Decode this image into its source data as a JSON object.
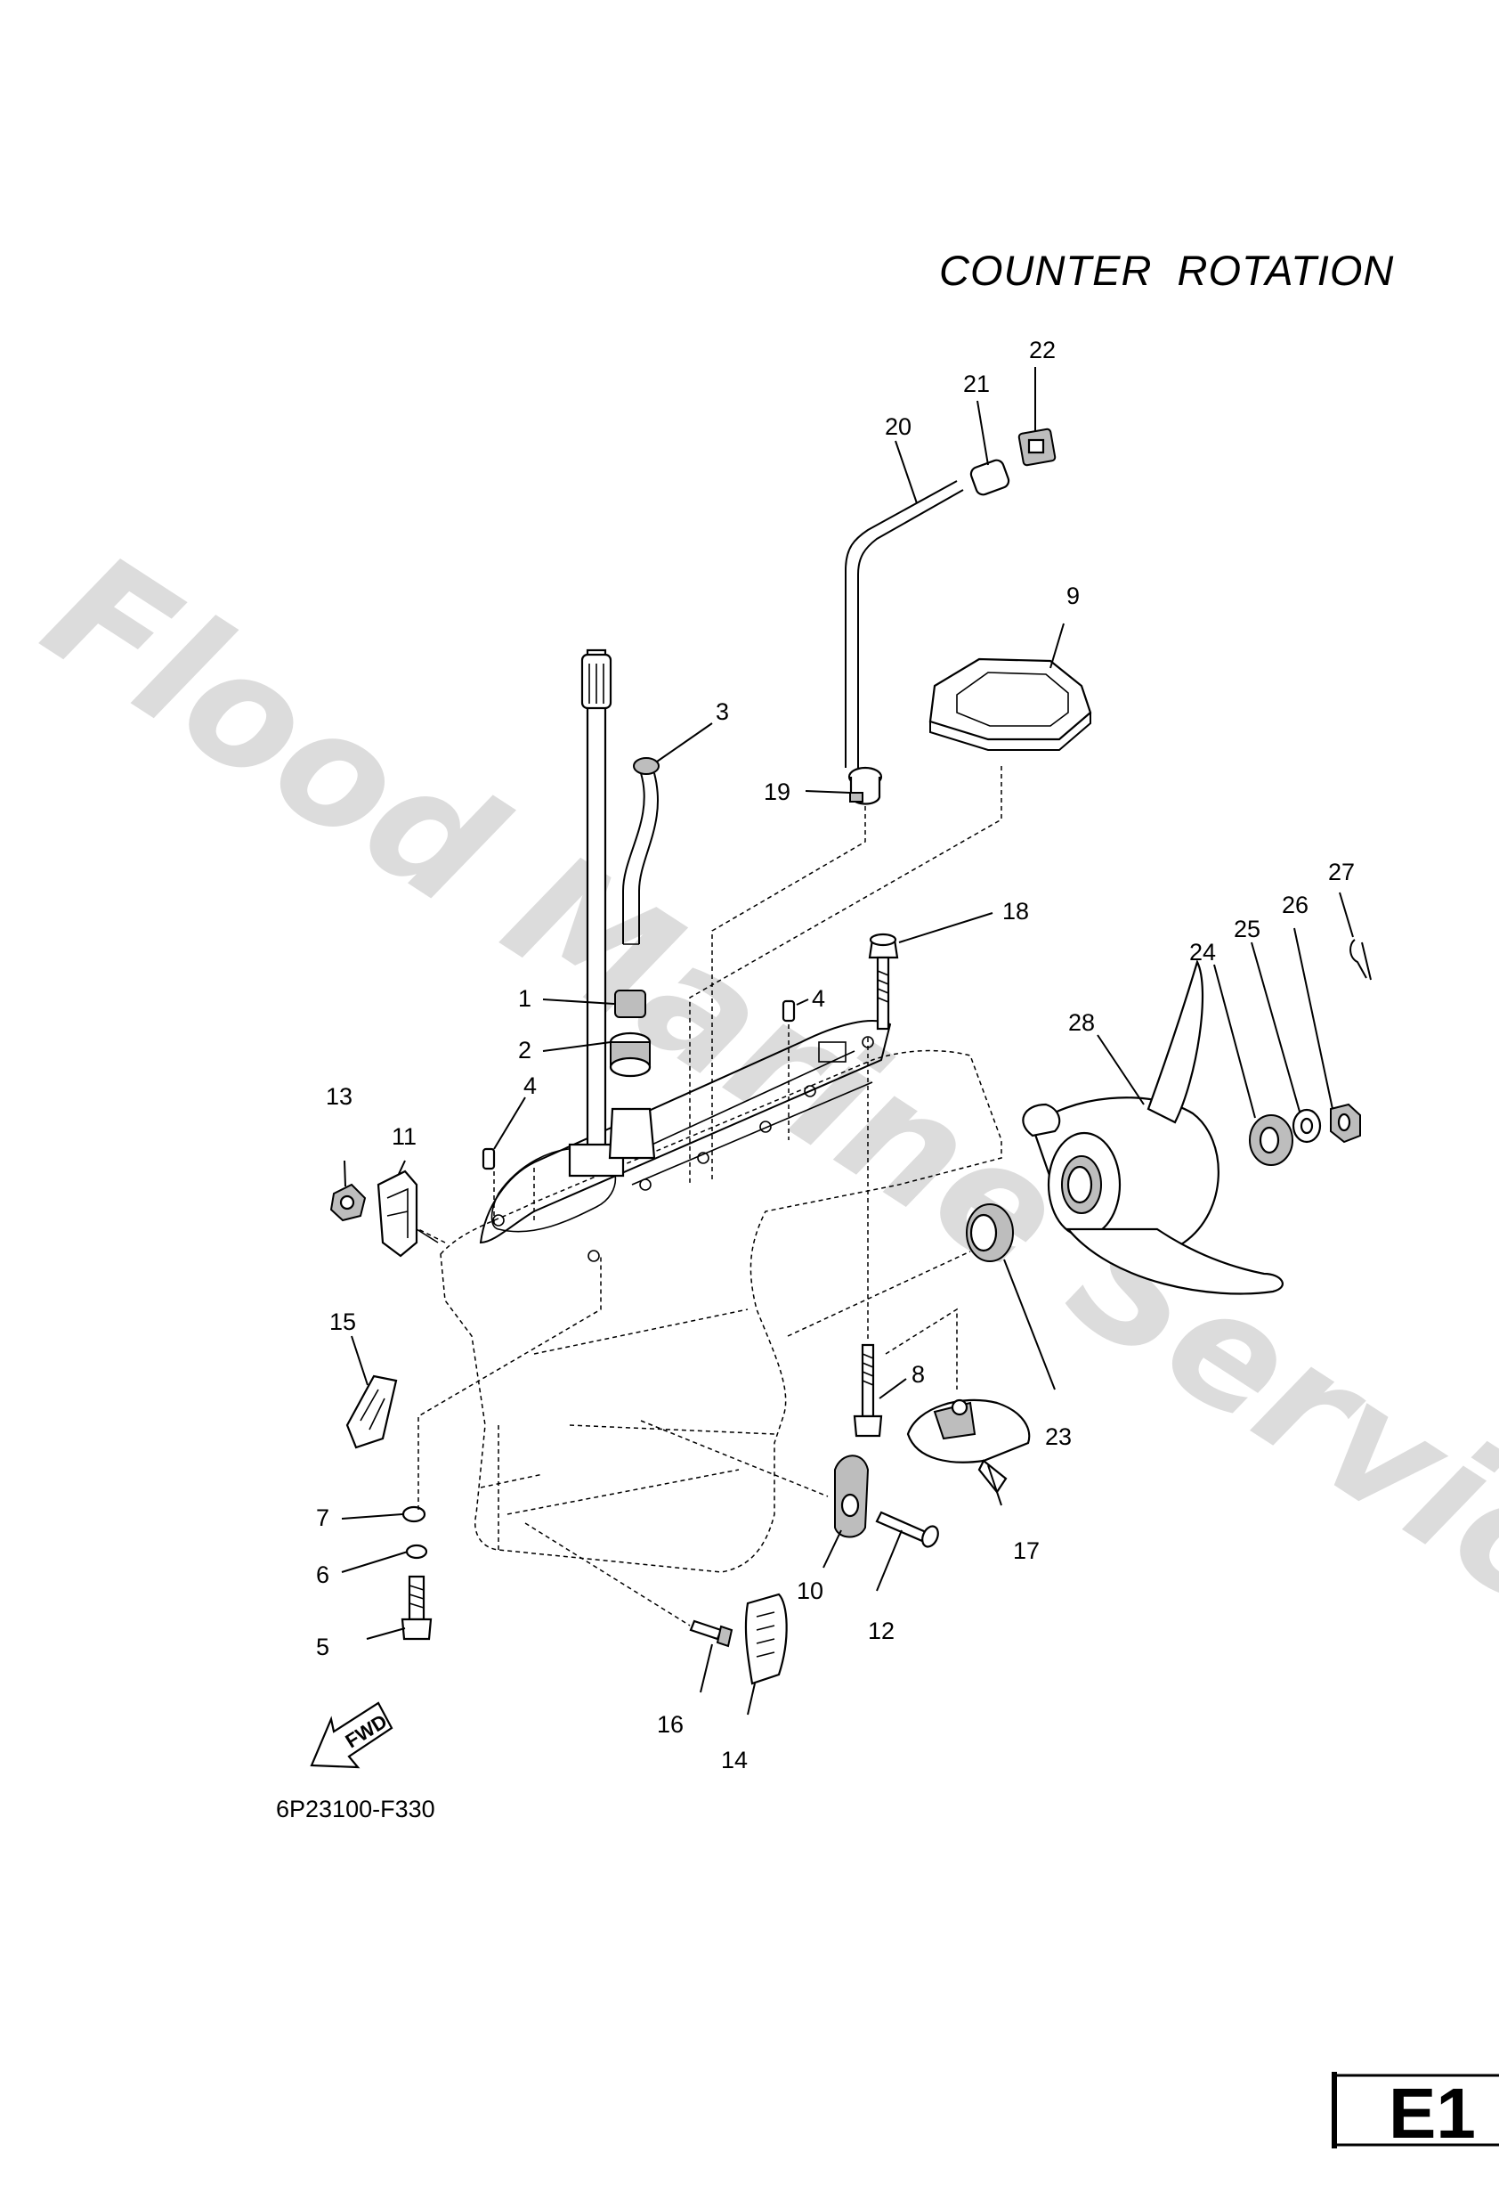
{
  "heading": "COUNTER  ROTATION",
  "diagram_code": "6P23100-F330",
  "section_tag": "E1",
  "watermark": "Flood Marine Services",
  "fwd_arrow_label": "FWD",
  "callouts": [
    {
      "id": "c1",
      "label": "1"
    },
    {
      "id": "c2",
      "label": "2"
    },
    {
      "id": "c3",
      "label": "3"
    },
    {
      "id": "c4a",
      "label": "4"
    },
    {
      "id": "c4b",
      "label": "4"
    },
    {
      "id": "c5",
      "label": "5"
    },
    {
      "id": "c6",
      "label": "6"
    },
    {
      "id": "c7",
      "label": "7"
    },
    {
      "id": "c8",
      "label": "8"
    },
    {
      "id": "c9",
      "label": "9"
    },
    {
      "id": "c10",
      "label": "10"
    },
    {
      "id": "c11",
      "label": "11"
    },
    {
      "id": "c12",
      "label": "12"
    },
    {
      "id": "c13",
      "label": "13"
    },
    {
      "id": "c14",
      "label": "14"
    },
    {
      "id": "c15",
      "label": "15"
    },
    {
      "id": "c16",
      "label": "16"
    },
    {
      "id": "c17",
      "label": "17"
    },
    {
      "id": "c18",
      "label": "18"
    },
    {
      "id": "c19",
      "label": "19"
    },
    {
      "id": "c20",
      "label": "20"
    },
    {
      "id": "c21",
      "label": "21"
    },
    {
      "id": "c22",
      "label": "22"
    },
    {
      "id": "c23",
      "label": "23"
    },
    {
      "id": "c24",
      "label": "24"
    },
    {
      "id": "c25",
      "label": "25"
    },
    {
      "id": "c26",
      "label": "26"
    },
    {
      "id": "c27",
      "label": "27"
    },
    {
      "id": "c28",
      "label": "28"
    }
  ]
}
